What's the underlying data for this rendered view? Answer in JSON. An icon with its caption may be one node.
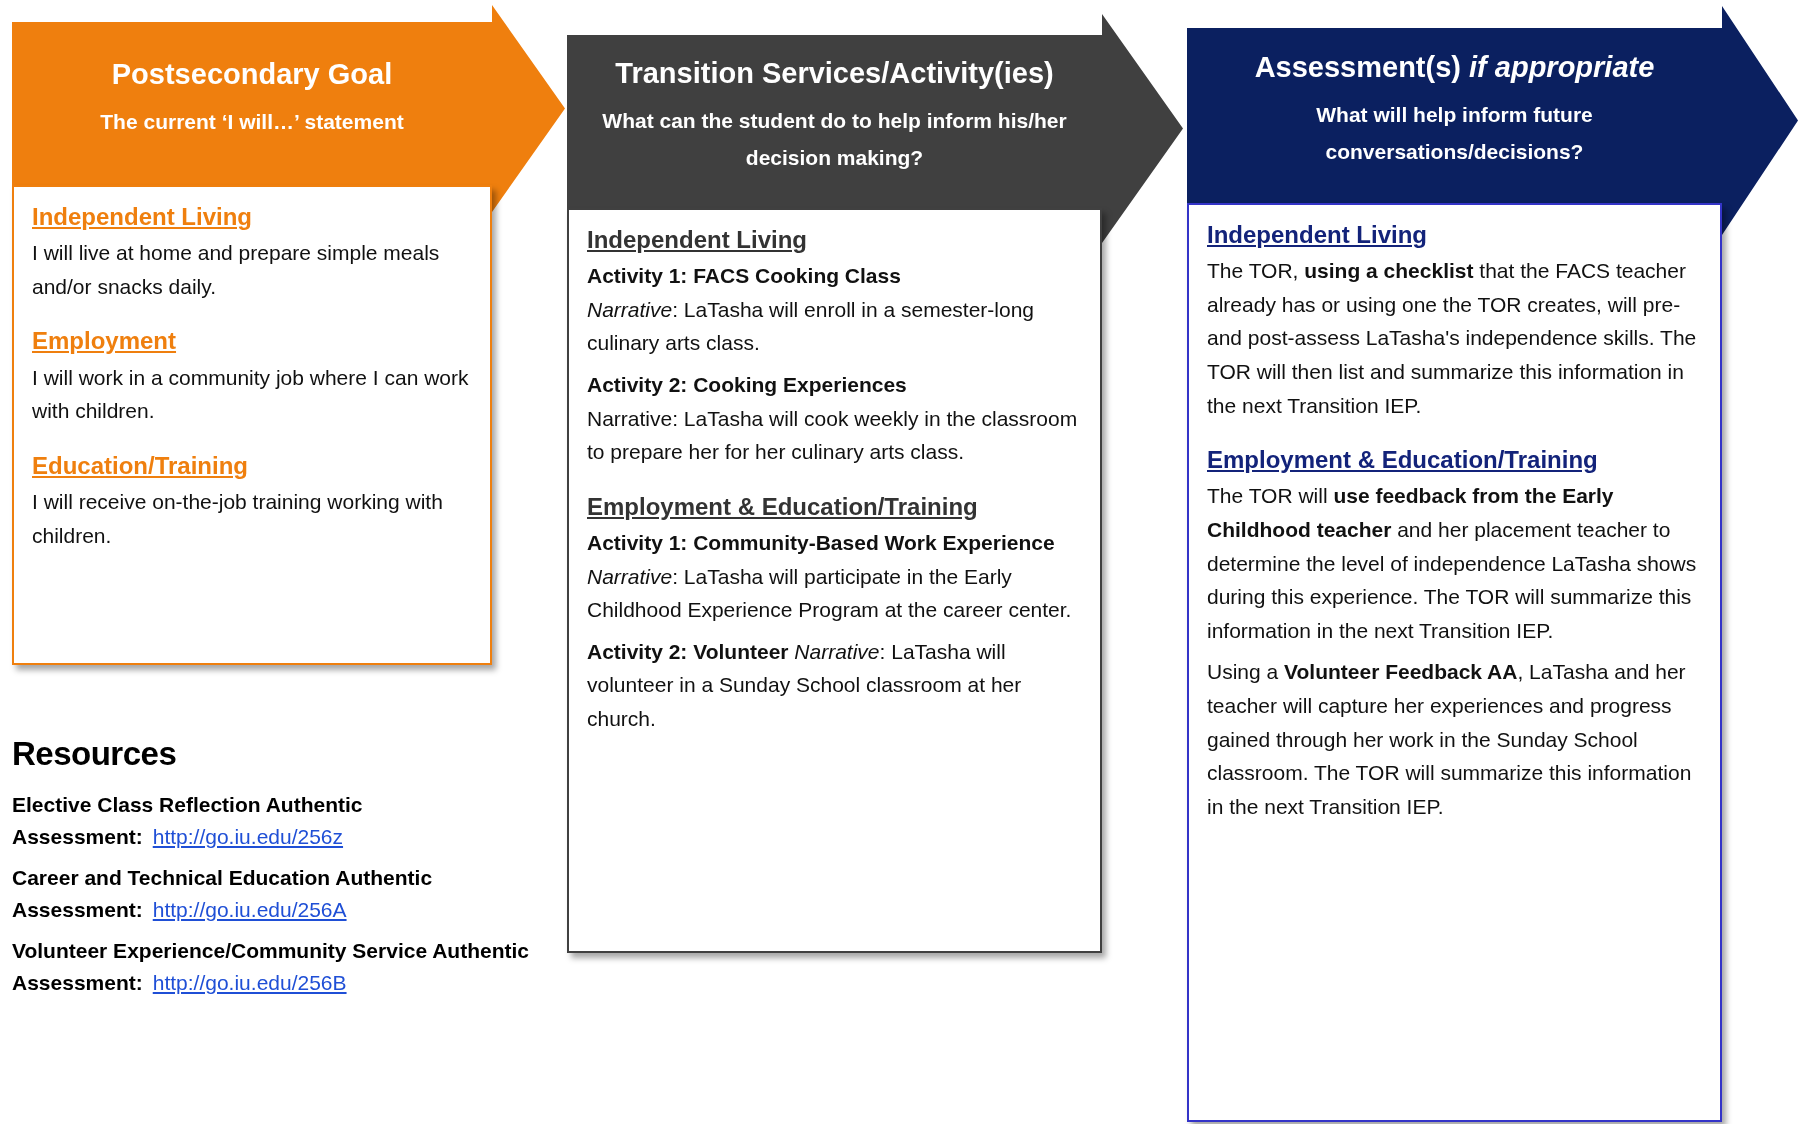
{
  "diagram": {
    "nodes": [
      {
        "text": [
          "Postsecondary Goal",
          "The current ‘I will…’ statement"
        ]
      },
      {
        "text": [
          "Independent Living",
          "I will live at home and prepare simple meals and/or snacks daily.",
          "Employment",
          "I will work in a community job where I can work with children.",
          "Education/Training",
          "I will receive on-the-job training working with children."
        ]
      },
      {
        "text": [
          "Transition Services/Activity(ies)",
          "What can the student do to help inform his/her decision making?"
        ]
      },
      {
        "text": [
          "Independent Living",
          "Activity 1:  FACS Cooking Class",
          "*Narrative*: LaTasha will enroll in a semester-long culinary arts class.",
          "Activity 2:  Cooking Experiences",
          "Narrative: LaTasha will cook weekly in the classroom to prepare her for her culinary arts class.",
          "Employment & Education/Training",
          "**Activity 1: Community-Based Work Experience** *Narrative*: LaTasha will participate in the Early Childhood Experience Program at the career center.",
          "**Activity 2:  Volunteer** *Narrative*: LaTasha will volunteer in a Sunday School classroom at her church."
        ]
      },
      {
        "text": [
          "Assessment(s) *if appropriate*",
          "What will help inform future conversations/decisions?"
        ]
      },
      {
        "text": [
          "Independent Living",
          "The TOR, **using a checklist** that the FACS teacher already has or using one the TOR creates, will pre- and post-assess LaTasha's independence skills. The TOR will then list and summarize this information in the next Transition IEP.",
          "Employment & Education/Training",
          "The TOR will **use feedback from the Early Childhood teacher** and her placement teacher to determine the level of independence LaTasha shows during this experience. The TOR will summarize this information in the next Transition IEP.",
          "Using a **Volunteer Feedback AA**, LaTasha and her teacher will capture her experiences and progress gained through her work in the Sunday School classroom. The TOR will summarize this information in the next Transition IEP."
        ]
      }
    ],
    "labels": [
      "Resources",
      "Elective Class Reflection Authentic Assessment:",
      "http://go.iu.edu/256z",
      "Career and Technical Education Authentic Assessment:",
      "http://go.iu.edu/256A",
      "Volunteer Experience/Community Service Authentic Assessment:",
      "http://go.iu.edu/256B"
    ]
  }
}
